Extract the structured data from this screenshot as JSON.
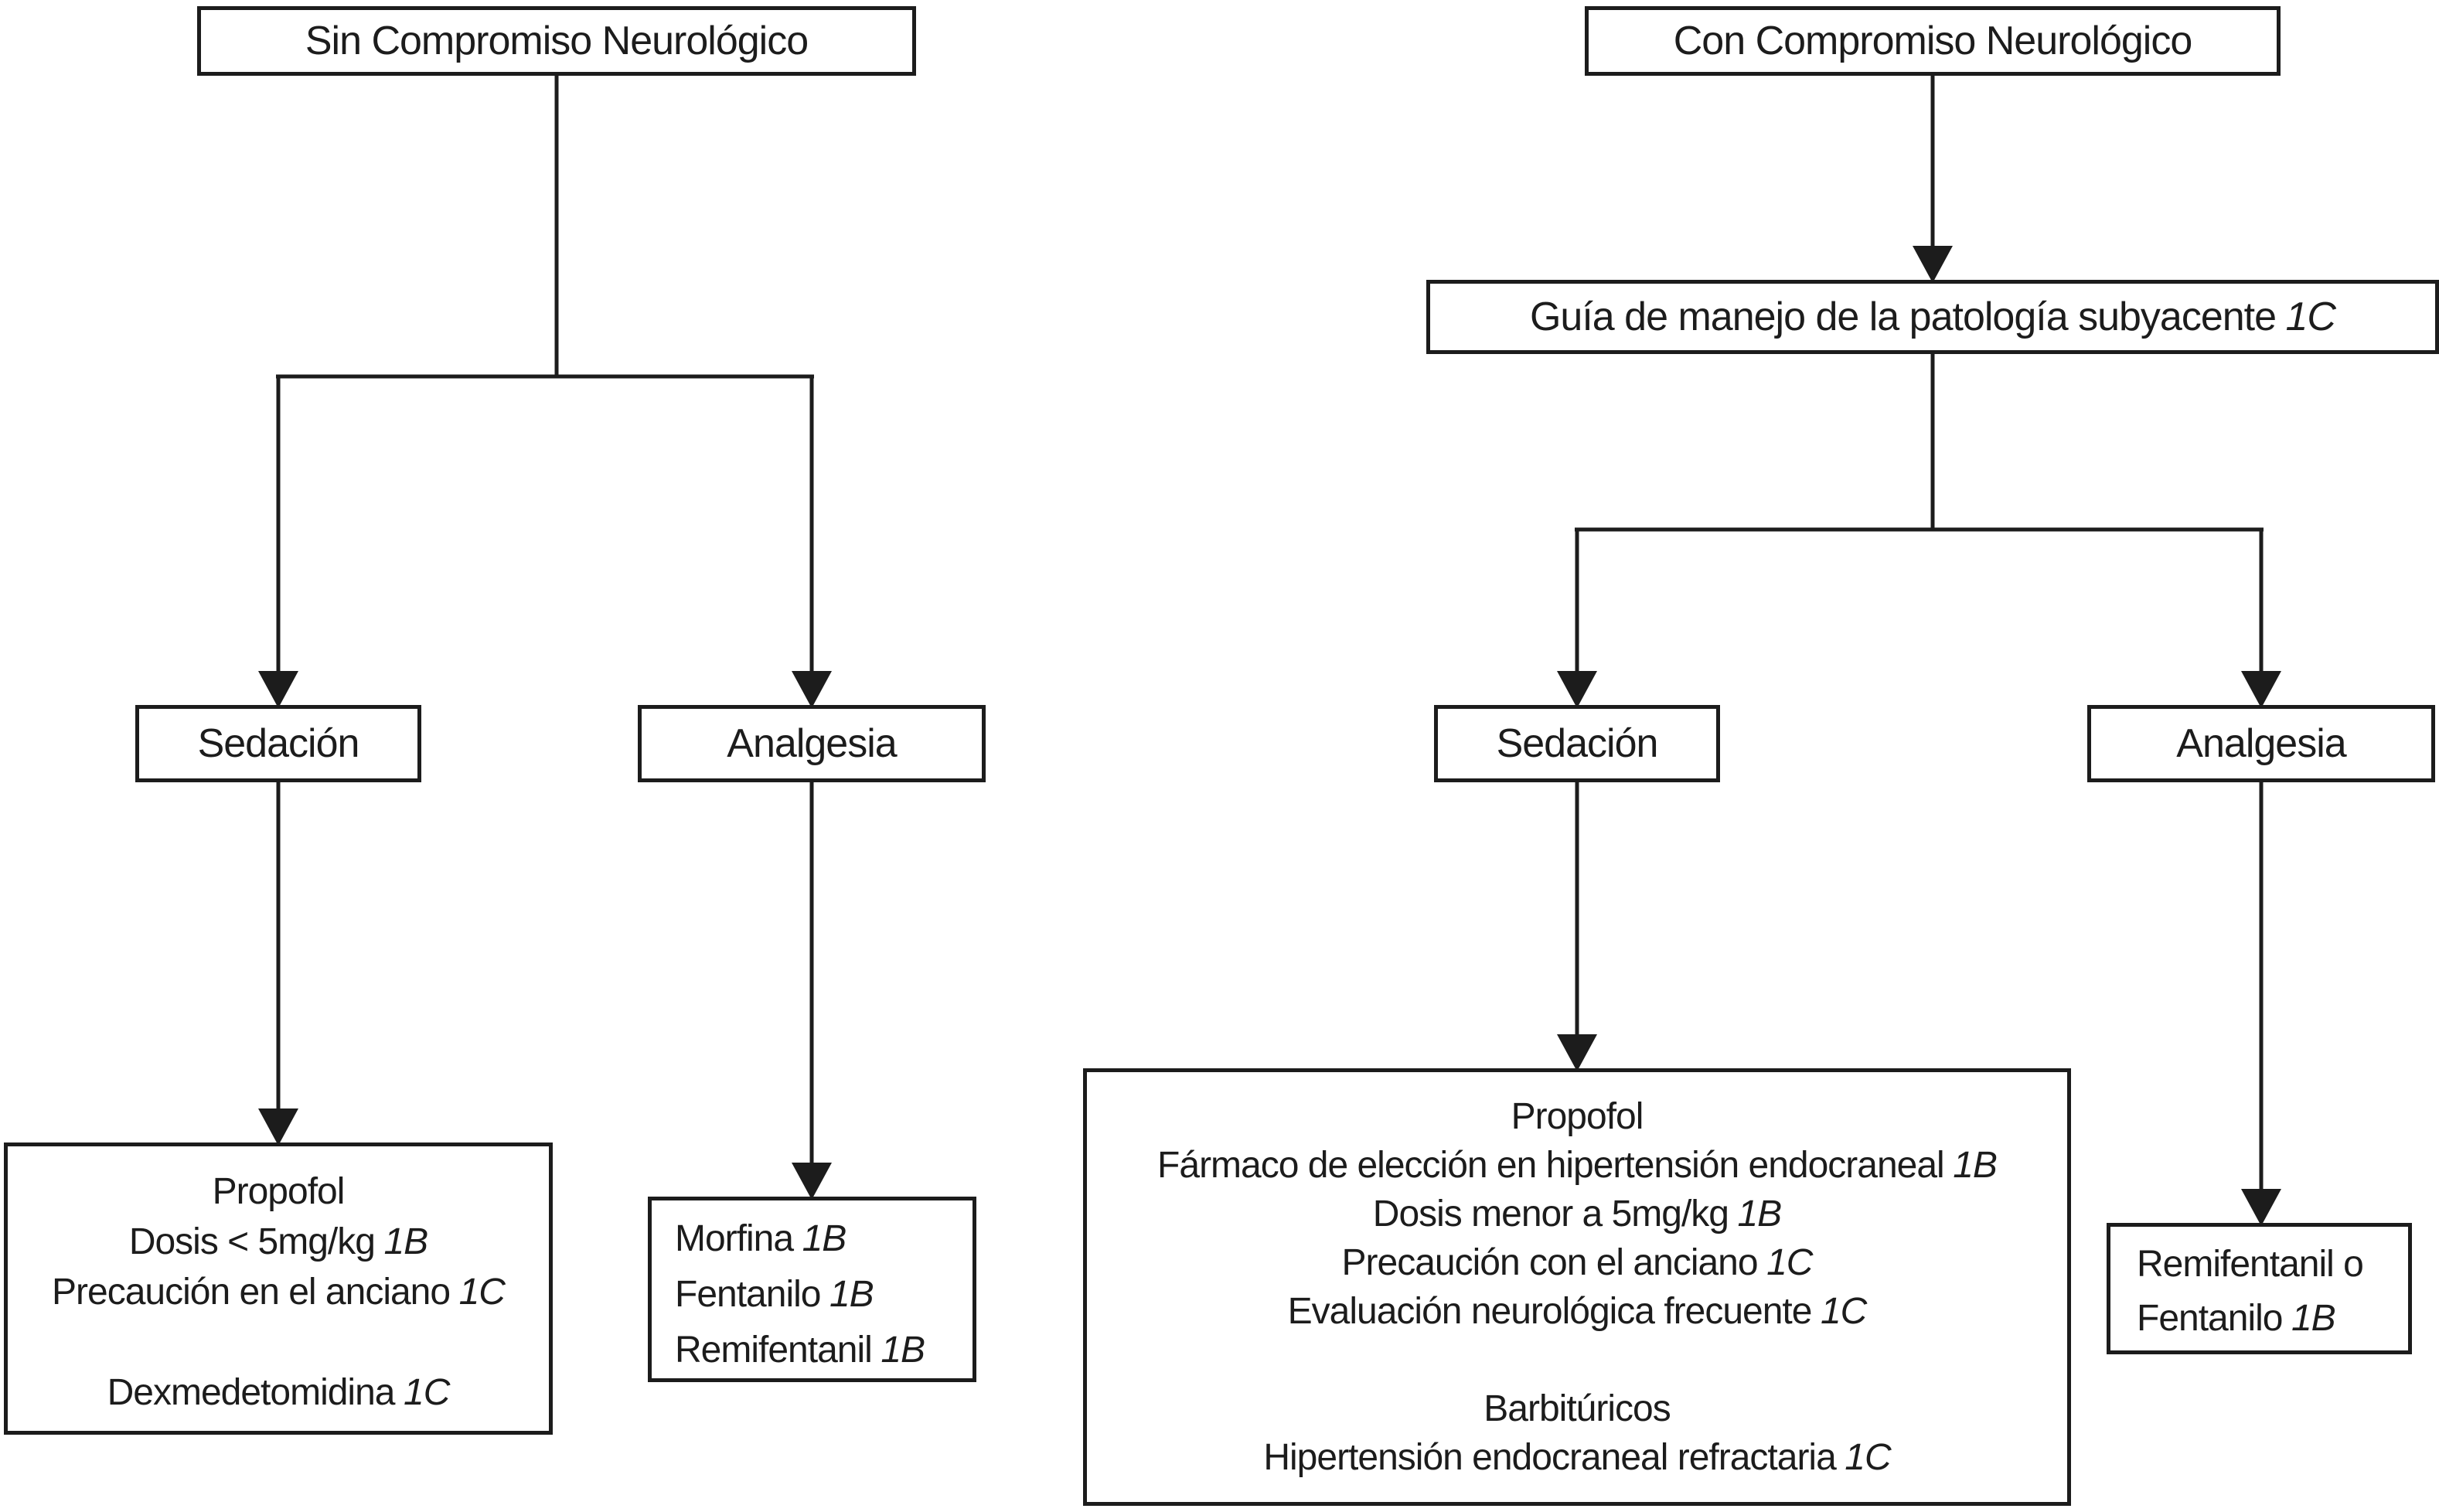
{
  "colors": {
    "ink": "#1c1c1c",
    "background": "#ffffff"
  },
  "left": {
    "root_label": "Sin Compromiso Neurológico",
    "sedation_label": "Sedación",
    "analgesia_label": "Analgesia",
    "sedation_outcome": {
      "lines": [
        {
          "text": "Propofol",
          "grade": ""
        },
        {
          "text": "Dosis < 5mg/kg",
          "grade": "1B"
        },
        {
          "text": "Precaución en el anciano",
          "grade": "1C"
        },
        {
          "text": "",
          "grade": ""
        },
        {
          "text": "Dexmedetomidina",
          "grade": "1C"
        }
      ]
    },
    "analgesia_outcome": {
      "lines": [
        {
          "text": "Morfina",
          "grade": "1B"
        },
        {
          "text": "Fentanilo",
          "grade": "1B"
        },
        {
          "text": "Remifentanil",
          "grade": "1B"
        }
      ]
    }
  },
  "right": {
    "root_label": "Con Compromiso Neurológico",
    "guideline": {
      "text": "Guía de manejo de la patología subyacente",
      "grade": "1C"
    },
    "sedation_label": "Sedación",
    "analgesia_label": "Analgesia",
    "sedation_outcome": {
      "lines": [
        {
          "text": "Propofol",
          "grade": ""
        },
        {
          "text": "Fármaco de elección en hipertensión endocraneal",
          "grade": "1B"
        },
        {
          "text": "Dosis menor a 5mg/kg",
          "grade": "1B"
        },
        {
          "text": "Precaución con el anciano",
          "grade": "1C"
        },
        {
          "text": "Evaluación neurológica frecuente",
          "grade": "1C"
        },
        {
          "text": "",
          "grade": ""
        },
        {
          "text": "Barbitúricos",
          "grade": ""
        },
        {
          "text": "Hipertensión endocraneal refractaria",
          "grade": "1C"
        }
      ]
    },
    "analgesia_outcome": {
      "lines": [
        {
          "text": "Remifentanil o",
          "grade": ""
        },
        {
          "text": "Fentanilo",
          "grade": "1B"
        }
      ]
    }
  }
}
